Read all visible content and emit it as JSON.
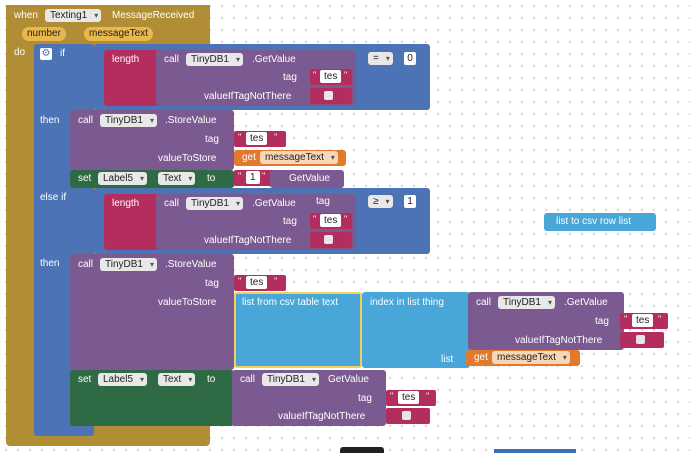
{
  "event": {
    "when": "when",
    "component": "Texting1",
    "event_name": "MessageReceived",
    "param1": "number",
    "param2": "messageText",
    "do": "do"
  },
  "if1": {
    "if": "if",
    "length": "length",
    "call": "call",
    "component": "TinyDB1",
    "method": ".GetValue",
    "tag": "tag",
    "tag_value": "tes",
    "value_if": "valueIfTagNotThere",
    "operator": "=",
    "compare_value": "0"
  },
  "then1": {
    "then": "then",
    "call": "call",
    "component": "TinyDB1",
    "method": ".StoreValue",
    "tag": "tag",
    "tag_value": "tes",
    "value_to_store": "valueToStore",
    "get": "get",
    "var": "messageText",
    "set": "set",
    "label": "Label5",
    "prop": "Text",
    "to": "to",
    "num": "1",
    "get_value": "GetValue"
  },
  "elseif": {
    "else_if": "else if",
    "length": "length",
    "call": "call",
    "component": "TinyDB1",
    "method": ".GetValue",
    "tag": "tag",
    "tag2": "tag",
    "tag_value": "tes",
    "value_if": "valueIfTagNotThere",
    "operator": "≥",
    "compare_value": "1"
  },
  "floating": {
    "label": "list to csv row  list"
  },
  "then2": {
    "then": "then",
    "call": "call",
    "component": "TinyDB1",
    "method": ".StoreValue",
    "tag": "tag",
    "tag_value": "tes",
    "value_to_store": "valueToStore",
    "csv_table": "list from csv table  text",
    "index_in_list": "index in list  thing",
    "call2": "call",
    "component2": "TinyDB1",
    "method2": ".GetValue",
    "tag2": "tag",
    "tag_value2": "tes",
    "value_if2": "valueIfTagNotThere",
    "list": "list",
    "get": "get",
    "var": "messageText",
    "set": "set",
    "label": "Label5",
    "prop": "Text",
    "to": "to",
    "call3": "call",
    "component3": "TinyDB1",
    "method3": "GetValue",
    "tag3": "tag",
    "tag_value3": "tes",
    "value_if3": "valueIfTagNotThere"
  }
}
